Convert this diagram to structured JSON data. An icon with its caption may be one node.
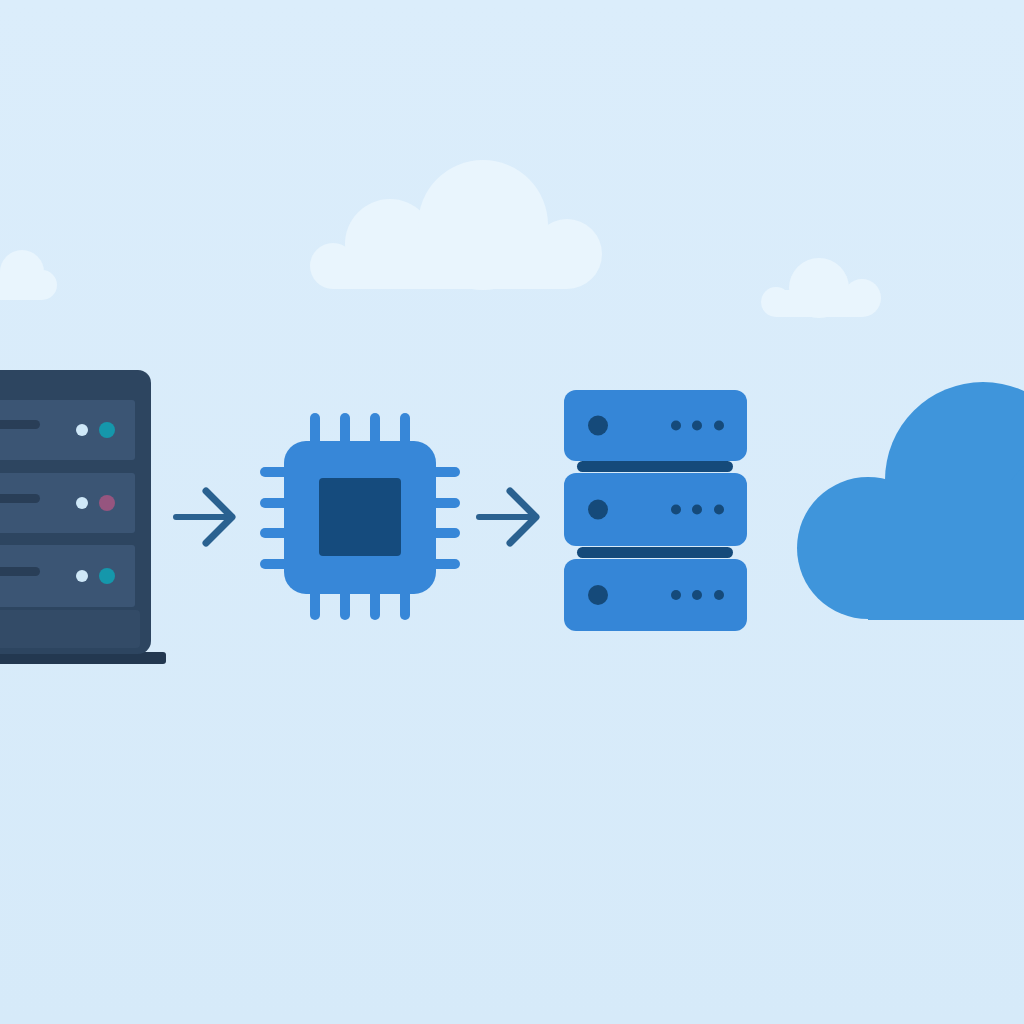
{
  "diagram": {
    "nodes": [
      {
        "text": [],
        "shape": "picture"
      },
      {
        "text": [],
        "shape": "picture"
      },
      {
        "text": [],
        "shape": "picture"
      },
      {
        "text": [],
        "shape": "cloud"
      }
    ],
    "edges": [
      {
        "from": 0,
        "to": 1,
        "arrow": "to"
      },
      {
        "from": 1,
        "to": 2,
        "arrow": "to"
      }
    ]
  }
}
